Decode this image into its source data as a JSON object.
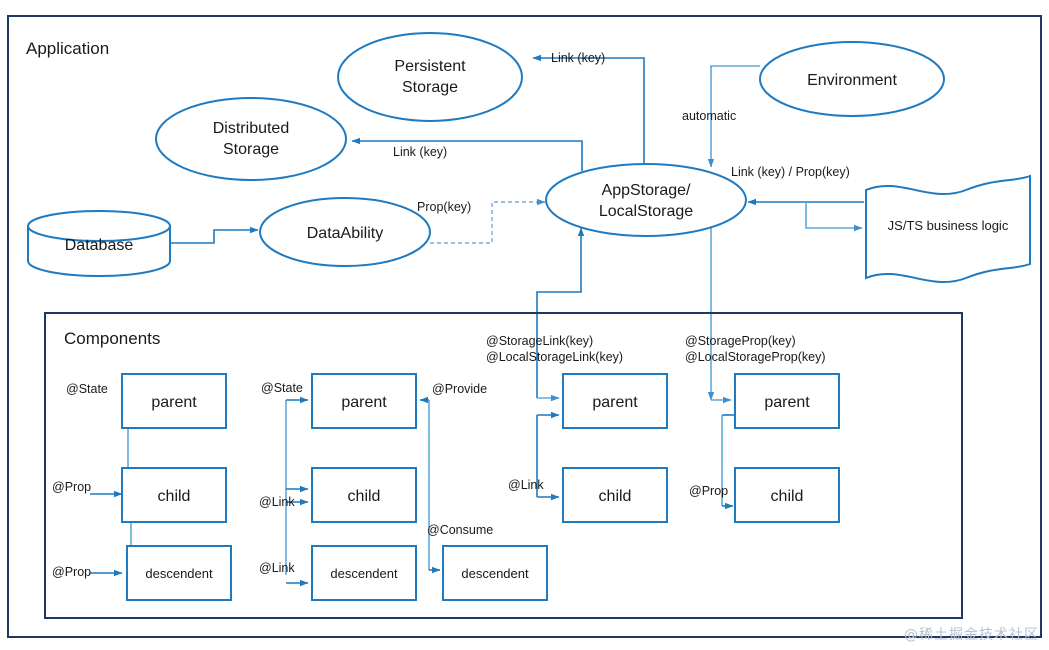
{
  "frames": {
    "application": {
      "label": "Application"
    },
    "components": {
      "label": "Components"
    }
  },
  "nodes": {
    "persistent_storage": {
      "label_line1": "Persistent",
      "label_line2": "Storage"
    },
    "distributed_storage": {
      "label_line1": "Distributed",
      "label_line2": "Storage"
    },
    "environment": {
      "label": "Environment"
    },
    "app_storage": {
      "label_line1": "AppStorage/",
      "label_line2": "LocalStorage"
    },
    "data_ability": {
      "label": "DataAbility"
    },
    "database": {
      "label": "Database"
    },
    "business_logic": {
      "label": "JS/TS business logic"
    }
  },
  "edges": {
    "persistent_link": "Link (key)",
    "distributed_link": "Link (key)",
    "environment_automatic": "automatic",
    "logic_link_prop": "Link (key) / Prop(key)",
    "dataability_prop": "Prop(key)"
  },
  "annotations": {
    "storage_link_line1": "@StorageLink(key)",
    "storage_link_line2": "@LocalStorageLink(key)",
    "storage_prop_line1": "@StorageProp(key)",
    "storage_prop_line2": "@LocalStorageProp(key)"
  },
  "components": {
    "columns": [
      {
        "id": "state-prop",
        "boxes": [
          {
            "label": "parent"
          },
          {
            "label": "child"
          },
          {
            "label": "descendent"
          }
        ],
        "labels": [
          {
            "text": "@State"
          },
          {
            "text": "@Prop"
          },
          {
            "text": "@Prop"
          }
        ]
      },
      {
        "id": "state-link",
        "boxes": [
          {
            "label": "parent"
          },
          {
            "label": "child"
          },
          {
            "label": "descendent"
          }
        ],
        "labels": [
          {
            "text": "@State"
          },
          {
            "text": "@Link"
          },
          {
            "text": "@Link"
          }
        ]
      },
      {
        "id": "provide-consume",
        "boxes": [
          {
            "label": "descendent"
          }
        ],
        "labels": [
          {
            "text": "@Provide"
          },
          {
            "text": "@Consume"
          }
        ]
      },
      {
        "id": "storage-link",
        "boxes": [
          {
            "label": "parent"
          },
          {
            "label": "child"
          }
        ],
        "labels": [
          {
            "text": "@Link"
          }
        ]
      },
      {
        "id": "storage-prop",
        "boxes": [
          {
            "label": "parent"
          },
          {
            "label": "child"
          }
        ],
        "labels": [
          {
            "text": "@Prop"
          }
        ]
      }
    ]
  },
  "watermark": {
    "text": "@稀土掘金技术社区"
  },
  "colors": {
    "frame_stroke": "#1f3864",
    "shape_stroke": "#1f7ac0",
    "connector": "#1f7ac0",
    "connector_light": "#5fa8dc",
    "text": "#1a1a1a",
    "background": "#ffffff"
  }
}
